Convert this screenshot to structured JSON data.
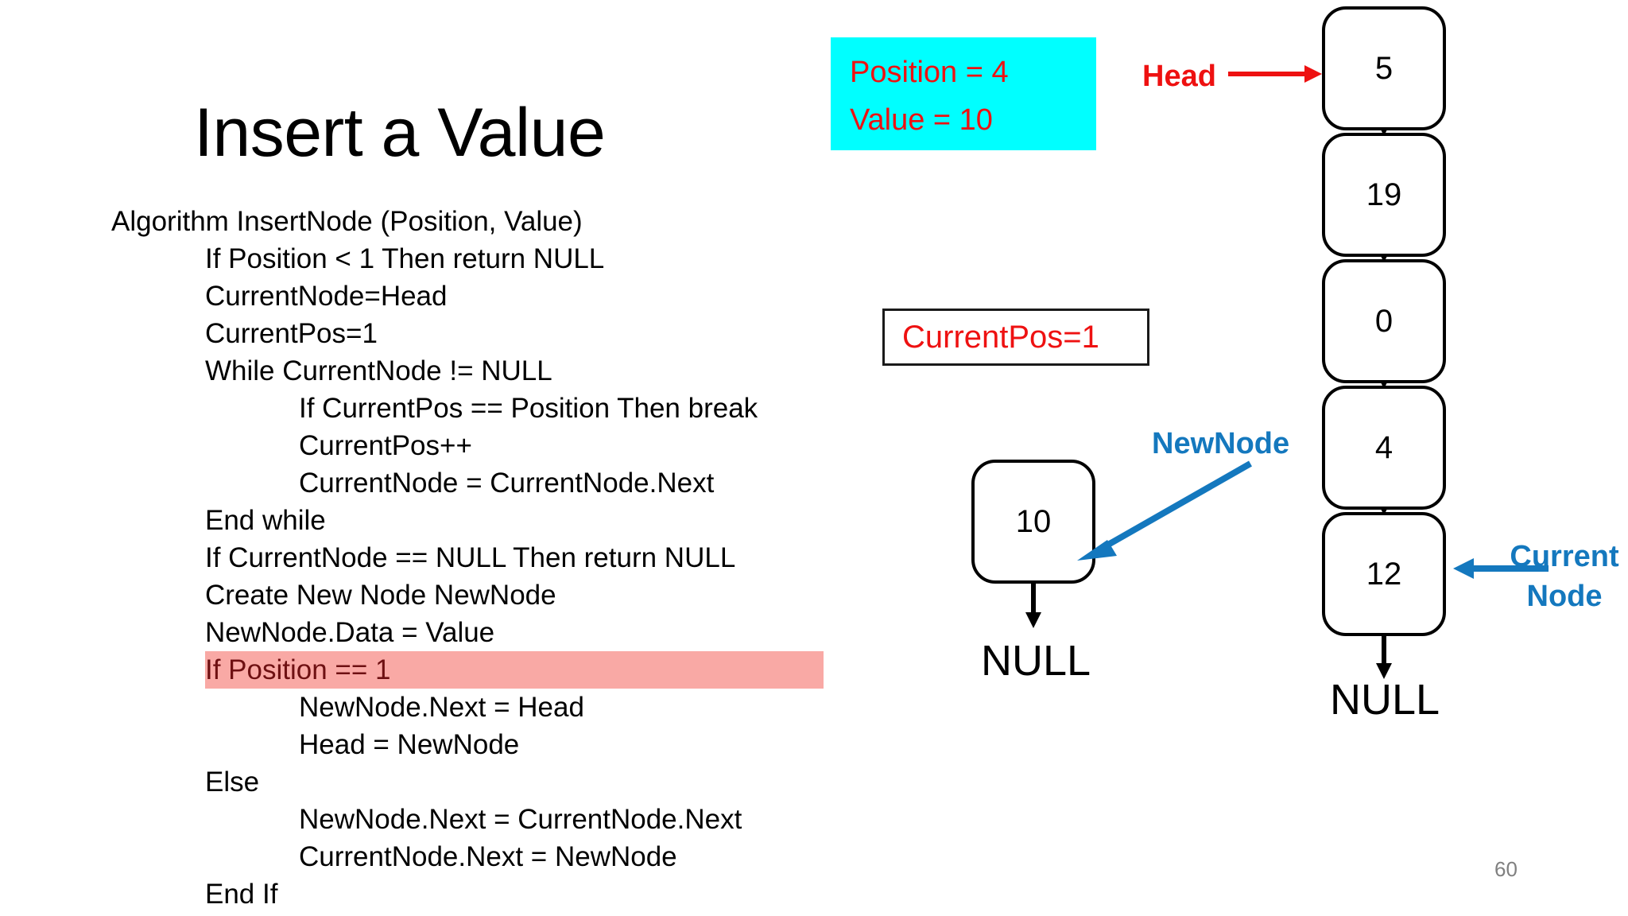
{
  "slide": {
    "title": "Insert a Value",
    "page_number": "60"
  },
  "pseudocode": {
    "lines": [
      {
        "text": "Algorithm InsertNode (Position, Value)",
        "indent": 0,
        "highlight": false
      },
      {
        "text": "If Position < 1 Then return NULL",
        "indent": 1,
        "highlight": false
      },
      {
        "text": "CurrentNode=Head",
        "indent": 1,
        "highlight": false
      },
      {
        "text": "CurrentPos=1",
        "indent": 1,
        "highlight": false
      },
      {
        "text": "While CurrentNode != NULL",
        "indent": 1,
        "highlight": false
      },
      {
        "text": "If CurrentPos == Position Then break",
        "indent": 2,
        "highlight": false
      },
      {
        "text": "CurrentPos++",
        "indent": 2,
        "highlight": false
      },
      {
        "text": "CurrentNode = CurrentNode.Next",
        "indent": 2,
        "highlight": false
      },
      {
        "text": "End while",
        "indent": 1,
        "highlight": false
      },
      {
        "text": "If CurrentNode == NULL Then return NULL",
        "indent": 1,
        "highlight": false
      },
      {
        "text": "Create New Node NewNode",
        "indent": 1,
        "highlight": false
      },
      {
        "text": "NewNode.Data = Value",
        "indent": 1,
        "highlight": false
      },
      {
        "text": "If Position == 1",
        "indent": 1,
        "highlight": true
      },
      {
        "text": "NewNode.Next = Head",
        "indent": 2,
        "highlight": false
      },
      {
        "text": "Head = NewNode",
        "indent": 2,
        "highlight": false
      },
      {
        "text": "Else",
        "indent": 1,
        "highlight": false
      },
      {
        "text": "NewNode.Next = CurrentNode.Next",
        "indent": 2,
        "highlight": false
      },
      {
        "text": "CurrentNode.Next = NewNode",
        "indent": 2,
        "highlight": false
      },
      {
        "text": "End If",
        "indent": 1,
        "highlight": false
      }
    ]
  },
  "info_box": {
    "position_line": "Position = 4",
    "value_line": "Value = 10",
    "background_color": "#00FFFF",
    "text_color": "#EE1111"
  },
  "currentpos_box": {
    "text": "CurrentPos=1",
    "text_color": "#EE1111"
  },
  "diagram": {
    "head_label": "Head",
    "head_label_color": "#EE1111",
    "newnode_label": "NewNode",
    "newnode_label_color": "#1478BE",
    "currentnode_label_line1": "Current",
    "currentnode_label_line2": "Node",
    "currentnode_label_color": "#1478BE",
    "list_nodes": [
      "5",
      "19",
      "0",
      "4",
      "12"
    ],
    "list_terminator": "NULL",
    "newnode_value": "10",
    "newnode_terminator": "NULL"
  }
}
